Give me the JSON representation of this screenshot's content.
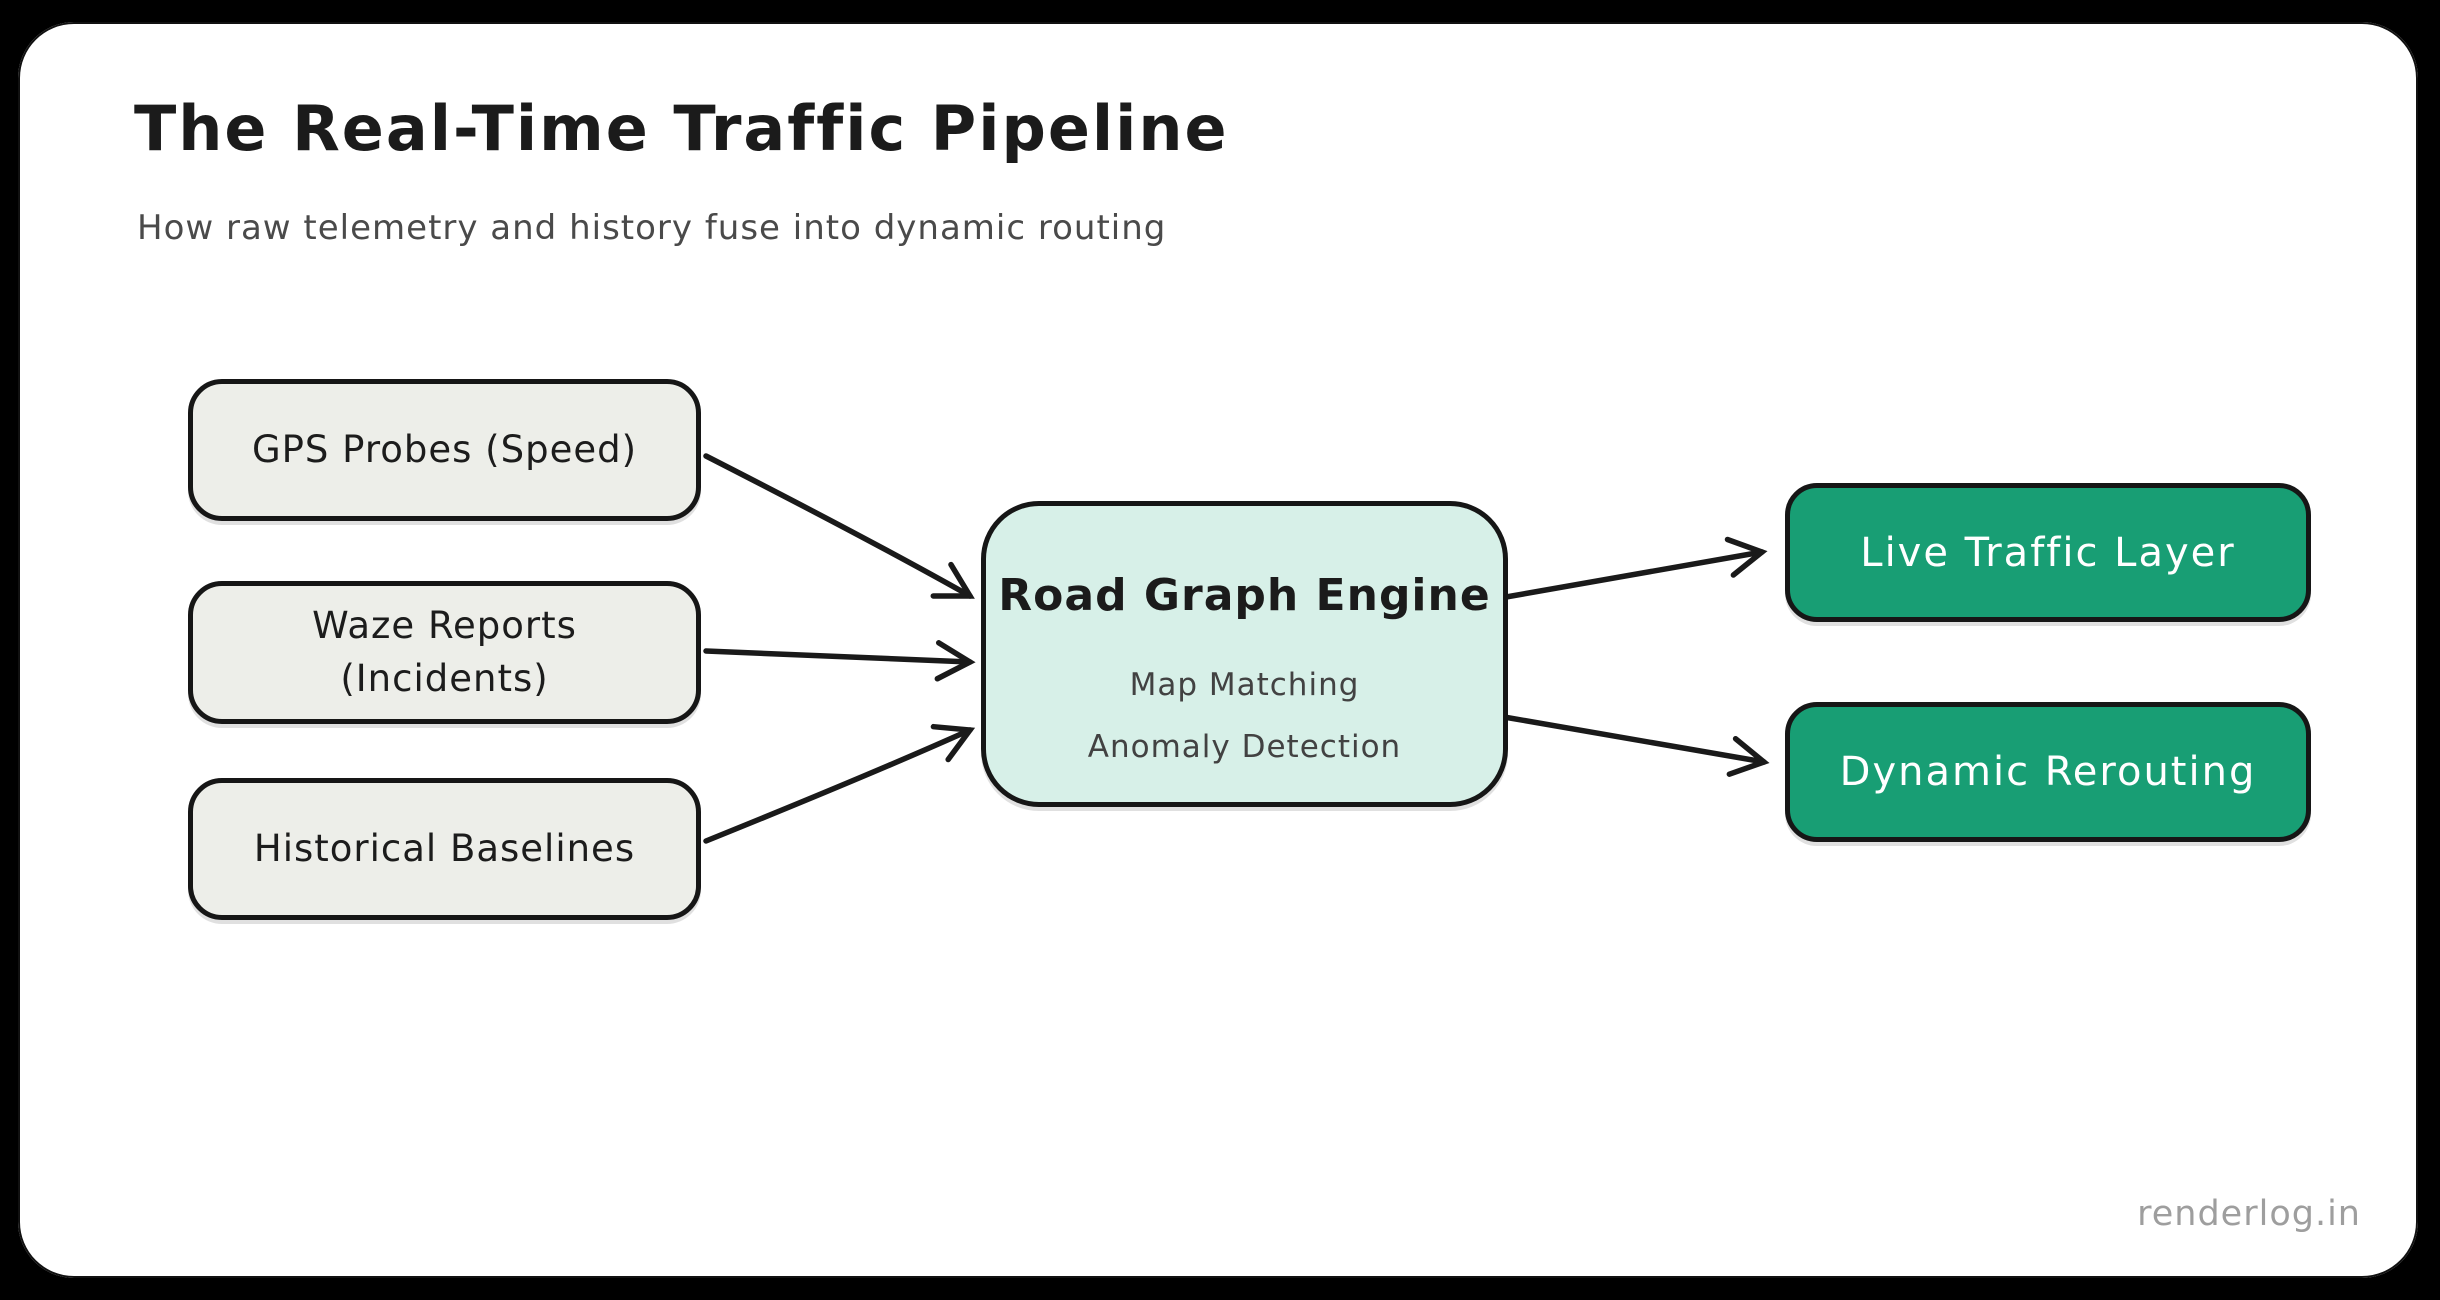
{
  "title": "The Real-Time Traffic Pipeline",
  "subtitle": "How raw telemetry and history fuse into dynamic routing",
  "nodes": {
    "sources": [
      {
        "id": "gps-probes",
        "lines": [
          "GPS Probes (Speed)"
        ]
      },
      {
        "id": "waze-reports",
        "lines": [
          "Waze Reports",
          "(Incidents)"
        ]
      },
      {
        "id": "historical-baselines",
        "lines": [
          "Historical Baselines"
        ]
      }
    ],
    "engine": {
      "id": "road-graph-engine",
      "title": "Road Graph Engine",
      "features": [
        "Map Matching",
        "Anomaly Detection"
      ]
    },
    "outputs": [
      {
        "id": "live-traffic-layer",
        "label": "Live Traffic Layer"
      },
      {
        "id": "dynamic-rerouting",
        "label": "Dynamic Rerouting"
      }
    ]
  },
  "edges": [
    {
      "from": "gps-probes",
      "to": "road-graph-engine"
    },
    {
      "from": "waze-reports",
      "to": "road-graph-engine"
    },
    {
      "from": "historical-baselines",
      "to": "road-graph-engine"
    },
    {
      "from": "road-graph-engine",
      "to": "live-traffic-layer"
    },
    {
      "from": "road-graph-engine",
      "to": "dynamic-rerouting"
    }
  ],
  "colors": {
    "background": "#000000",
    "card": "#ffffff",
    "source_fill": "#edeee9",
    "engine_fill": "#d7f0e8",
    "output_fill": "#189e74",
    "stroke": "#1a1a1a",
    "title_text": "#1b1b1b",
    "subtitle_text": "#4a4a4a",
    "feature_text": "#424242",
    "output_text": "#ffffff",
    "watermark_text": "#9e9e9e"
  },
  "watermark": "renderlog.in"
}
